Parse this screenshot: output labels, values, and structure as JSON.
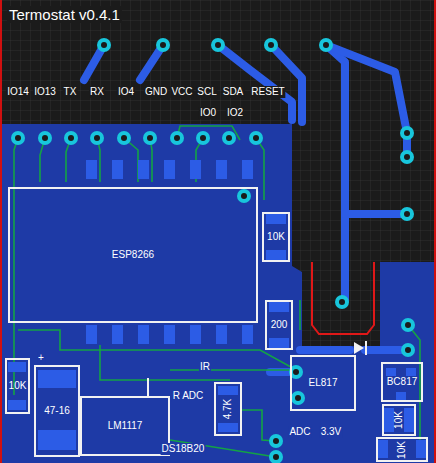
{
  "diagram": {
    "title": "Termostat v0.4.1",
    "nodes": [
      {
        "text": [
          "ESP8266"
        ]
      },
      {
        "text": [
          "10K"
        ]
      },
      {
        "text": [
          "200"
        ]
      },
      {
        "text": [
          "10K"
        ]
      },
      {
        "text": [
          "47-16"
        ]
      },
      {
        "text": [
          "LM1117"
        ]
      },
      {
        "text": [
          "4.7K"
        ]
      },
      {
        "text": [
          "EL817"
        ]
      },
      {
        "text": [
          "BC817"
        ]
      },
      {
        "text": [
          "10K"
        ]
      },
      {
        "text": [
          "10K"
        ]
      }
    ],
    "labels": [
      "IO14",
      "IO13",
      "TX",
      "RX",
      "IO4",
      "GND",
      "VCC",
      "SCL",
      "SDA",
      "RESET",
      "IO0",
      "IO2",
      "+",
      "IR",
      "R ADC",
      "DS18B20",
      "ADC",
      "3.3V"
    ]
  }
}
